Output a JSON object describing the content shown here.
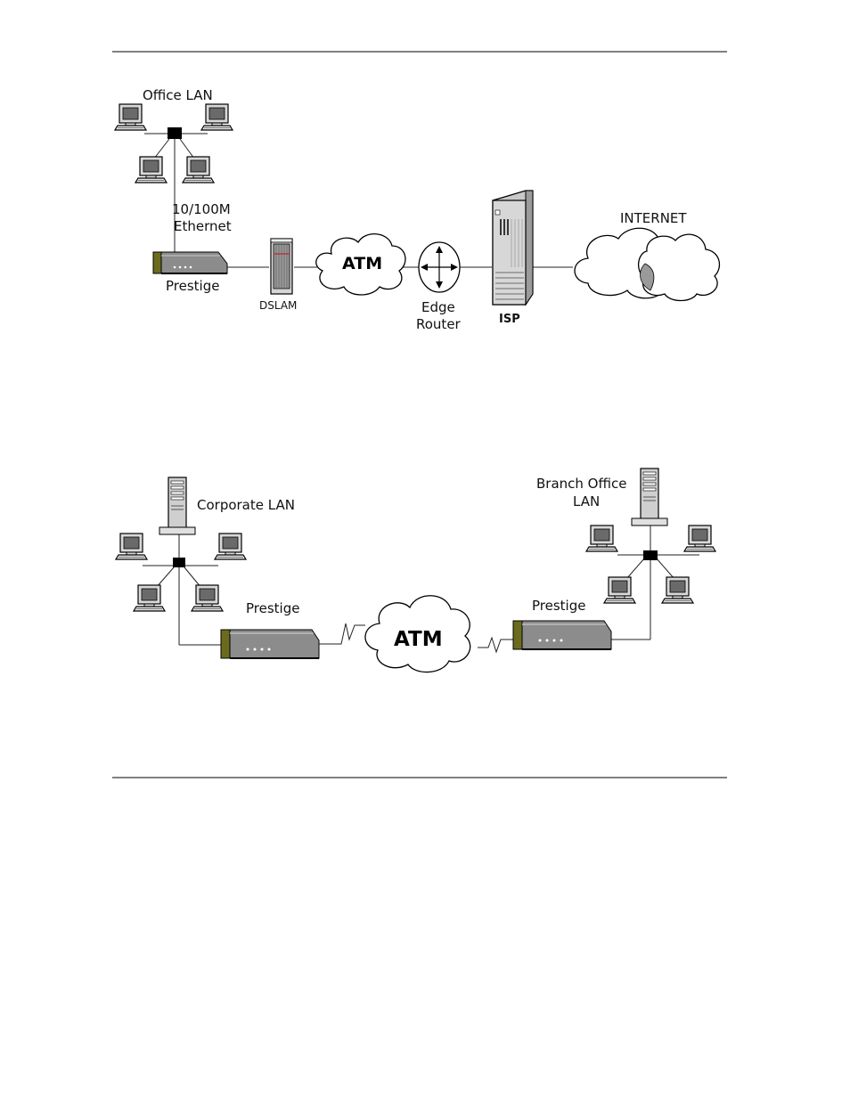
{
  "diagram1": {
    "office_lan_label": "Office LAN",
    "ethernet_label_line1": "10/100M",
    "ethernet_label_line2": "Ethernet",
    "prestige_label": "Prestige",
    "dslam_label": "DSLAM",
    "atm_label": "ATM",
    "edge_router_line1": "Edge",
    "edge_router_line2": "Router",
    "isp_label": "ISP",
    "internet_label": "INTERNET"
  },
  "diagram2": {
    "corporate_lan_label": "Corporate LAN",
    "prestige_left_label": "Prestige",
    "atm_label": "ATM",
    "prestige_right_label": "Prestige",
    "branch_office_line1": "Branch Office",
    "branch_office_line2": "LAN"
  },
  "colors": {
    "device_body": "#8c8c8c",
    "device_front": "#6b6b1e",
    "monitor_screen": "#6a6a6a"
  }
}
